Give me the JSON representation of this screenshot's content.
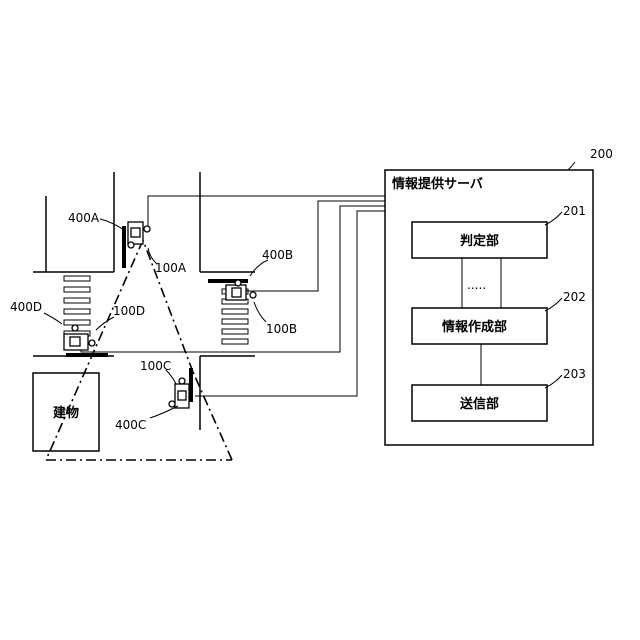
{
  "server": {
    "ref": "200",
    "title": "情報提供サーバ",
    "units": [
      {
        "ref": "201",
        "label": "判定部"
      },
      {
        "ref": "202",
        "label": "情報作成部"
      },
      {
        "ref": "203",
        "label": "送信部"
      }
    ],
    "ellipsis": "....."
  },
  "cameras": [
    {
      "ref": "100A",
      "mount_ref": "400A"
    },
    {
      "ref": "100B",
      "mount_ref": "400B"
    },
    {
      "ref": "100C",
      "mount_ref": "400C"
    },
    {
      "ref": "100D",
      "mount_ref": "400D"
    }
  ],
  "building": {
    "label": "建物"
  }
}
